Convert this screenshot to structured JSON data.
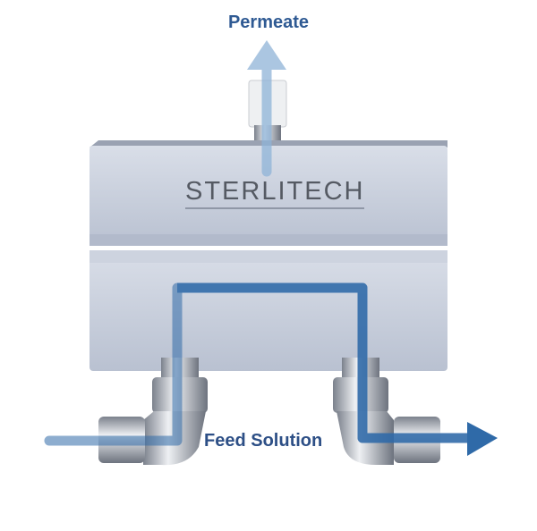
{
  "labels": {
    "permeate": "Permeate",
    "feed_solution": "Feed Solution"
  },
  "logo": {
    "text": "STERLITECH"
  },
  "colors": {
    "arrow": "#2f6aa8",
    "arrow_light": "#9fc0de",
    "body": "#c3cad8",
    "text": "#2f5a93"
  }
}
